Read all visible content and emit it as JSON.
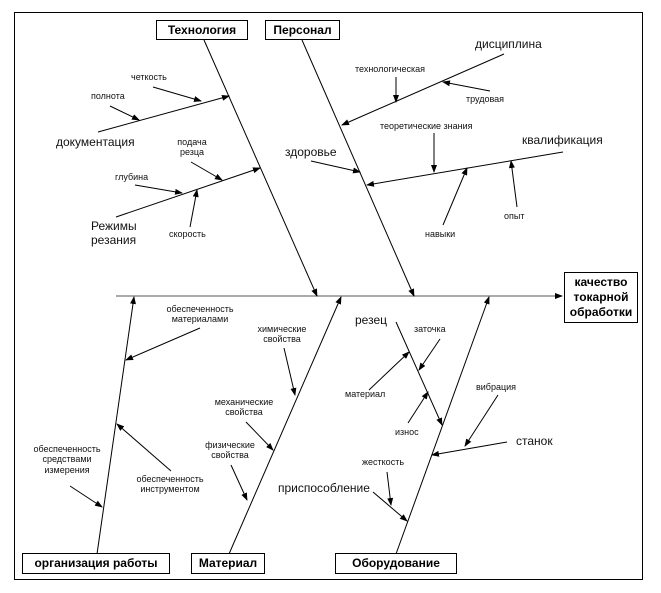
{
  "effect": "качество токарной обработки",
  "effect_lines": [
    "качество",
    "токарной",
    "обработки"
  ],
  "categories": {
    "technology": {
      "title": "Технология",
      "causes": [
        {
          "label": "документация",
          "subcauses": [
            "полнота",
            "четкость"
          ]
        },
        {
          "label": "Режимы резания",
          "label_lines": [
            "Режимы",
            "резания"
          ],
          "subcauses": [
            "глубина",
            "скорость",
            "подача резца"
          ]
        }
      ]
    },
    "personnel": {
      "title": "Персонал",
      "causes": [
        {
          "label": "дисциплина",
          "subcauses": [
            "технологическая",
            "трудовая"
          ]
        },
        {
          "label": "здоровье",
          "subcauses": []
        },
        {
          "label": "квалификация",
          "subcauses": [
            "теоретические знания",
            "навыки",
            "опыт"
          ]
        }
      ]
    },
    "work_organization": {
      "title": "организация работы",
      "causes": [
        {
          "label": "обеспеченность материалами",
          "subcauses": []
        },
        {
          "label": "обеспеченность средствами измерения",
          "subcauses": []
        },
        {
          "label": "обеспеченность инструментом",
          "subcauses": []
        }
      ]
    },
    "material": {
      "title": "Материал",
      "causes": [
        {
          "label": "химические свойства",
          "subcauses": []
        },
        {
          "label": "механические свойства",
          "subcauses": []
        },
        {
          "label": "физические свойства",
          "subcauses": []
        }
      ]
    },
    "equipment": {
      "title": "Оборудование",
      "causes": [
        {
          "label": "резец",
          "subcauses": [
            "заточка",
            "материал",
            "износ"
          ]
        },
        {
          "label": "станок",
          "subcauses": [
            "вибрация"
          ]
        },
        {
          "label": "приспособление",
          "subcauses": [
            "жесткость"
          ]
        }
      ]
    }
  },
  "text": {
    "polnota": "полнота",
    "chetkost": "четкость",
    "dokumentaciya": "документация",
    "podacha1": "подача",
    "podacha2": "резца",
    "glubina": "глубина",
    "rezhimy1": "Режимы",
    "rezhimy2": "резания",
    "skorost": "скорость",
    "disciplina": "дисциплина",
    "tehnologicheskaya": "технологическая",
    "trudovaya": "трудовая",
    "teor": "теоретические знания",
    "kvalifikaciya": "квалификация",
    "zdorove": "здоровье",
    "navyki": "навыки",
    "opyt": "опыт",
    "obesp_mat1": "обеспеченность",
    "obesp_mat2": "материалами",
    "him1": "химические",
    "him2": "свойства",
    "meh1": "механические",
    "meh2": "свойства",
    "fiz1": "физические",
    "fiz2": "свойства",
    "obesp_izm1": "обеспеченность",
    "obesp_izm2": "средствами",
    "obesp_izm3": "измерения",
    "obesp_inst1": "обеспеченность",
    "obesp_inst2": "инструментом",
    "rezec": "резец",
    "zatochka": "заточка",
    "material_sub": "материал",
    "iznos": "износ",
    "vibraciya": "вибрация",
    "stanok": "станок",
    "zhestkost": "жесткость",
    "prisposoblenie": "приспособление"
  }
}
